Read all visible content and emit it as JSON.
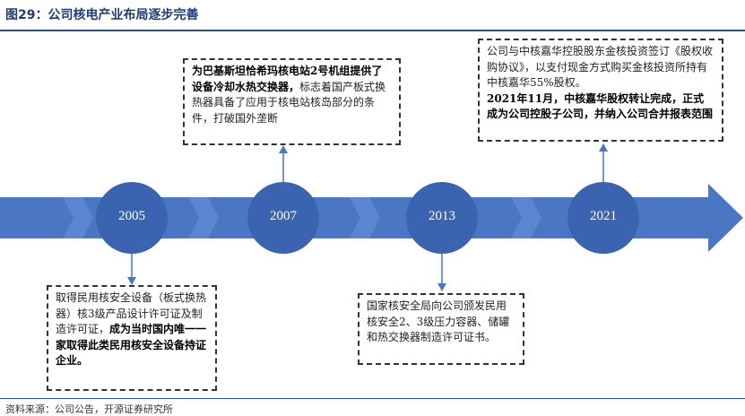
{
  "title": "图29：公司核电产业布局逐步完善",
  "source": "资料来源：公司公告，开源证券研究所",
  "milestones": [
    {
      "year": "2005"
    },
    {
      "year": "2007"
    },
    {
      "year": "2013"
    },
    {
      "year": "2021"
    }
  ],
  "boxes": {
    "b2005": {
      "normal": "取得民用核安全设备（板式换热器）核3级产品设计许可证及制造许可证，",
      "bold": "成为当时国内唯一一家取得此类民用核安全设备持证企业。"
    },
    "b2007": {
      "bold": "为巴基斯坦恰希玛核电站2号机组提供了设备冷却水热交换器，",
      "normal": "标志着国产板式换热器具备了应用于核电站核岛部分的条件，打破国外垄断"
    },
    "b2013": {
      "normal": "国家核安全局向公司颁发民用核安全2、3级压力容器、储罐和热交换器制造许可证书。"
    },
    "b2021": {
      "normal": "公司与中核嘉华控股股东金核投资签订《股权收购协议》，以支付现金方式购买金核投资所持有中核嘉华55%股权。",
      "bold": "2021年11月，中核嘉华股权转让完成，正式成为公司控股子公司，并纳入公司合并报表范围"
    }
  },
  "colors": {
    "arrow": "#4472c4",
    "circle": "#3a63b0",
    "title": "#1f3c73"
  }
}
